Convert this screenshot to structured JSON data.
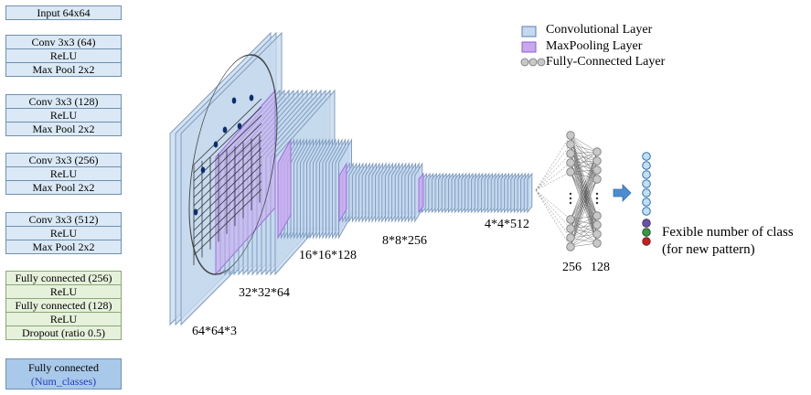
{
  "left_panel": {
    "input": "Input 64x64",
    "block1": [
      "Conv 3x3 (64)",
      "ReLU",
      "Max Pool 2x2"
    ],
    "block2": [
      "Conv 3x3 (128)",
      "ReLU",
      "Max Pool 2x2"
    ],
    "block3": [
      "Conv 3x3 (256)",
      "ReLU",
      "Max Pool 2x2"
    ],
    "block4": [
      "Conv 3x3 (512)",
      "ReLU",
      "Max Pool 2x2"
    ],
    "fc_block": [
      "Fully connected (256)",
      "ReLU",
      "Fully connected (128)",
      "ReLU",
      "Dropout (ratio 0.5)"
    ],
    "final": {
      "line1": "Fully connected",
      "line2": "(Num_classes)"
    }
  },
  "legend": {
    "conv": "Convolutional Layer",
    "pool": "MaxPooling Layer",
    "fc": "Fully-Connected Layer"
  },
  "layer_labels": {
    "l1": "64*64*3",
    "l2": "32*32*64",
    "l3": "16*16*128",
    "l4": "8*8*256",
    "l5": "4*4*512",
    "fc1": "256",
    "fc2": "128"
  },
  "output": {
    "line1": "Fexible number of class",
    "line2": "(for new pattern)"
  },
  "colors": {
    "conv_fill": "#c5d9ee",
    "conv_stroke": "#7f9cc0",
    "pool_fill": "#c9a7f0",
    "node_fill": "#c8c8c8",
    "out_node": "#bfe0f7",
    "out_purple": "#6a4fb3",
    "out_green": "#2e9e3e",
    "out_red": "#d11a1a"
  }
}
